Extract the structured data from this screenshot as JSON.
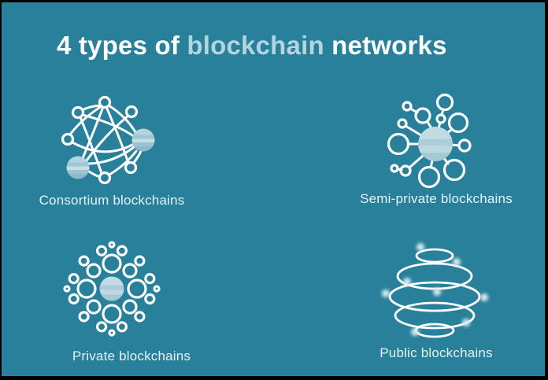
{
  "title": {
    "prefix": "4 types of ",
    "highlight": "blockchain",
    "suffix": " networks"
  },
  "cards": [
    {
      "id": "consortium",
      "label": "Consortium blockchains",
      "icon": "consortium-network-icon"
    },
    {
      "id": "semi-private",
      "label": "Semi-private blockchains",
      "icon": "semi-private-network-icon"
    },
    {
      "id": "private",
      "label": "Private blockchains",
      "icon": "private-network-icon"
    },
    {
      "id": "public",
      "label": "Public blockchains",
      "icon": "public-network-icon"
    }
  ],
  "colors": {
    "background": "#28809A",
    "border": "#000000",
    "title_text": "#FDFEFE",
    "title_highlight": "#B2D5DF",
    "label_text": "#E6F2F5",
    "icon_stroke": "#FCFEFE",
    "sphere_fill_light": "#C4DFE6",
    "sphere_fill_mid": "#A9CDD9",
    "sphere_fill_dark": "#8FB9C9"
  }
}
